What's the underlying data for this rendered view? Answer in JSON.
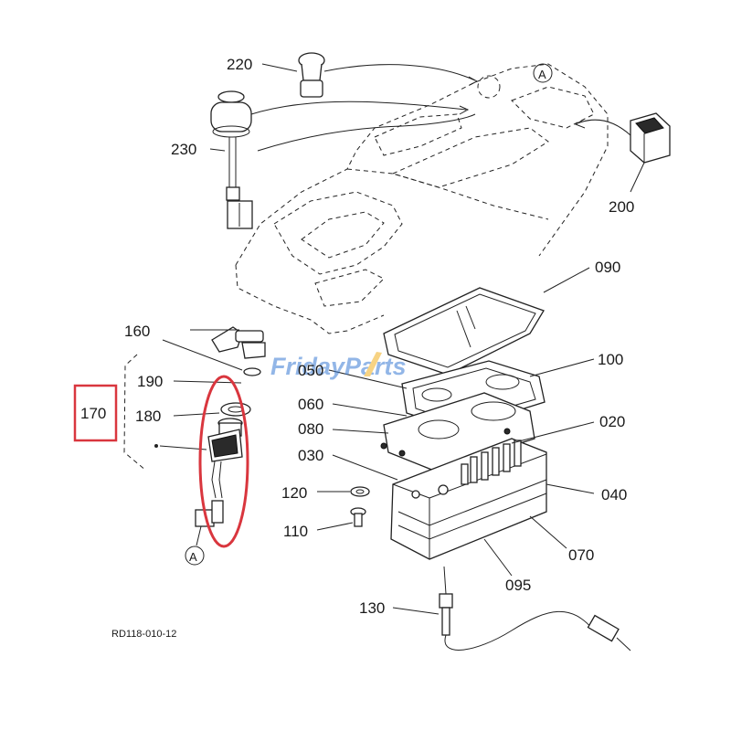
{
  "diagram": {
    "drawing_code": "RD118-010-12",
    "watermark": "FridayParts",
    "highlight_color": "#d9363e",
    "watermark_color": "#3a7bd5",
    "watermark_accent": "#f2b01e",
    "highlighted_part": "170",
    "connector_label": "A",
    "callouts": {
      "p220": "220",
      "p230": "230",
      "p200": "200",
      "p090": "090",
      "p160": "160",
      "p190": "190",
      "p170": "170",
      "p180": "180",
      "p050": "050",
      "p100": "100",
      "p060": "060",
      "p080": "080",
      "p020": "020",
      "p030": "030",
      "p040": "040",
      "p120": "120",
      "p110": "110",
      "p070": "070",
      "p095": "095",
      "p130": "130"
    }
  }
}
